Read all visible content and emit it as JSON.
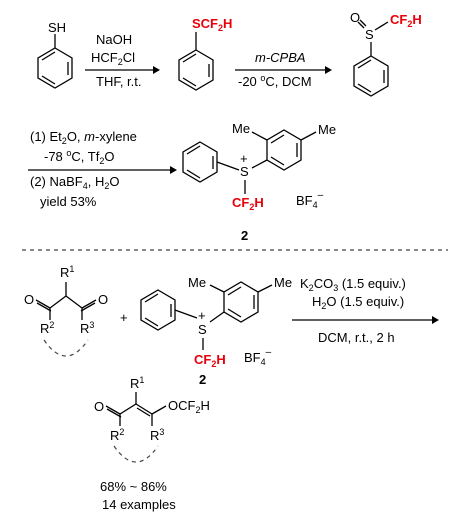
{
  "colors": {
    "cf2h": "#e8000b",
    "text": "#000000"
  },
  "step1": {
    "sm_sh": "SH",
    "reagent_1": "NaOH",
    "reagent_2": "HCF",
    "reagent_2_sub": "2",
    "reagent_2_end": "Cl",
    "conditions": "THF, r.t."
  },
  "product1": {
    "s": "S",
    "cf2h": "CF",
    "cf2h_sub": "2",
    "cf2h_h": "H"
  },
  "step2": {
    "reagent": "m-CPBA",
    "conditions_a": "-20 ",
    "conditions_deg": "o",
    "conditions_b": "C, DCM"
  },
  "sulfoxide": {
    "o": "O",
    "s": "S",
    "cf2h": "CF",
    "cf2h_sub": "2",
    "cf2h_h": "H"
  },
  "step3": {
    "line1_a": "(1) Et",
    "line1_sub": "2",
    "line1_b": "O, ",
    "line1_it": "m",
    "line1_c": "-xylene",
    "line2_a": "-78 ",
    "line2_deg": "o",
    "line2_b": "C, Tf",
    "line2_sub": "2",
    "line2_c": "O",
    "line3_a": "(2) NaBF",
    "line3_sub": "4",
    "line3_b": ", H",
    "line3_sub2": "2",
    "line3_c": "O",
    "line4": "yield 53%"
  },
  "reagent2": {
    "me1": "Me",
    "me2": "Me",
    "plus": "+",
    "s": "S",
    "cf2h": "CF",
    "cf2h_sub": "2",
    "cf2h_h": "H",
    "bf4": "BF",
    "bf4_sub": "4",
    "bf4_sup": "–",
    "number": "2"
  },
  "diketone": {
    "r1": "R",
    "r1_sup": "1",
    "r2": "R",
    "r2_sup": "2",
    "r3": "R",
    "r3_sup": "3",
    "o1": "O",
    "o2": "O"
  },
  "plus_sign": "+",
  "step4": {
    "line1_a": "K",
    "line1_sub": "2",
    "line1_b": "CO",
    "line1_sub2": "3",
    "line1_c": " (1.5 equiv.)",
    "line2_a": "H",
    "line2_sub": "2",
    "line2_b": "O (1.5 equiv.)",
    "line3": "DCM, r.t., 2 h"
  },
  "final_product": {
    "r1": "R",
    "r1_sup": "1",
    "r2": "R",
    "r2_sup": "2",
    "r3": "R",
    "r3_sup": "3",
    "o": "O",
    "ocf2h": "OCF",
    "ocf2h_sub": "2",
    "ocf2h_h": "H",
    "yield": "68% ~ 86%",
    "examples": "14 examples"
  }
}
